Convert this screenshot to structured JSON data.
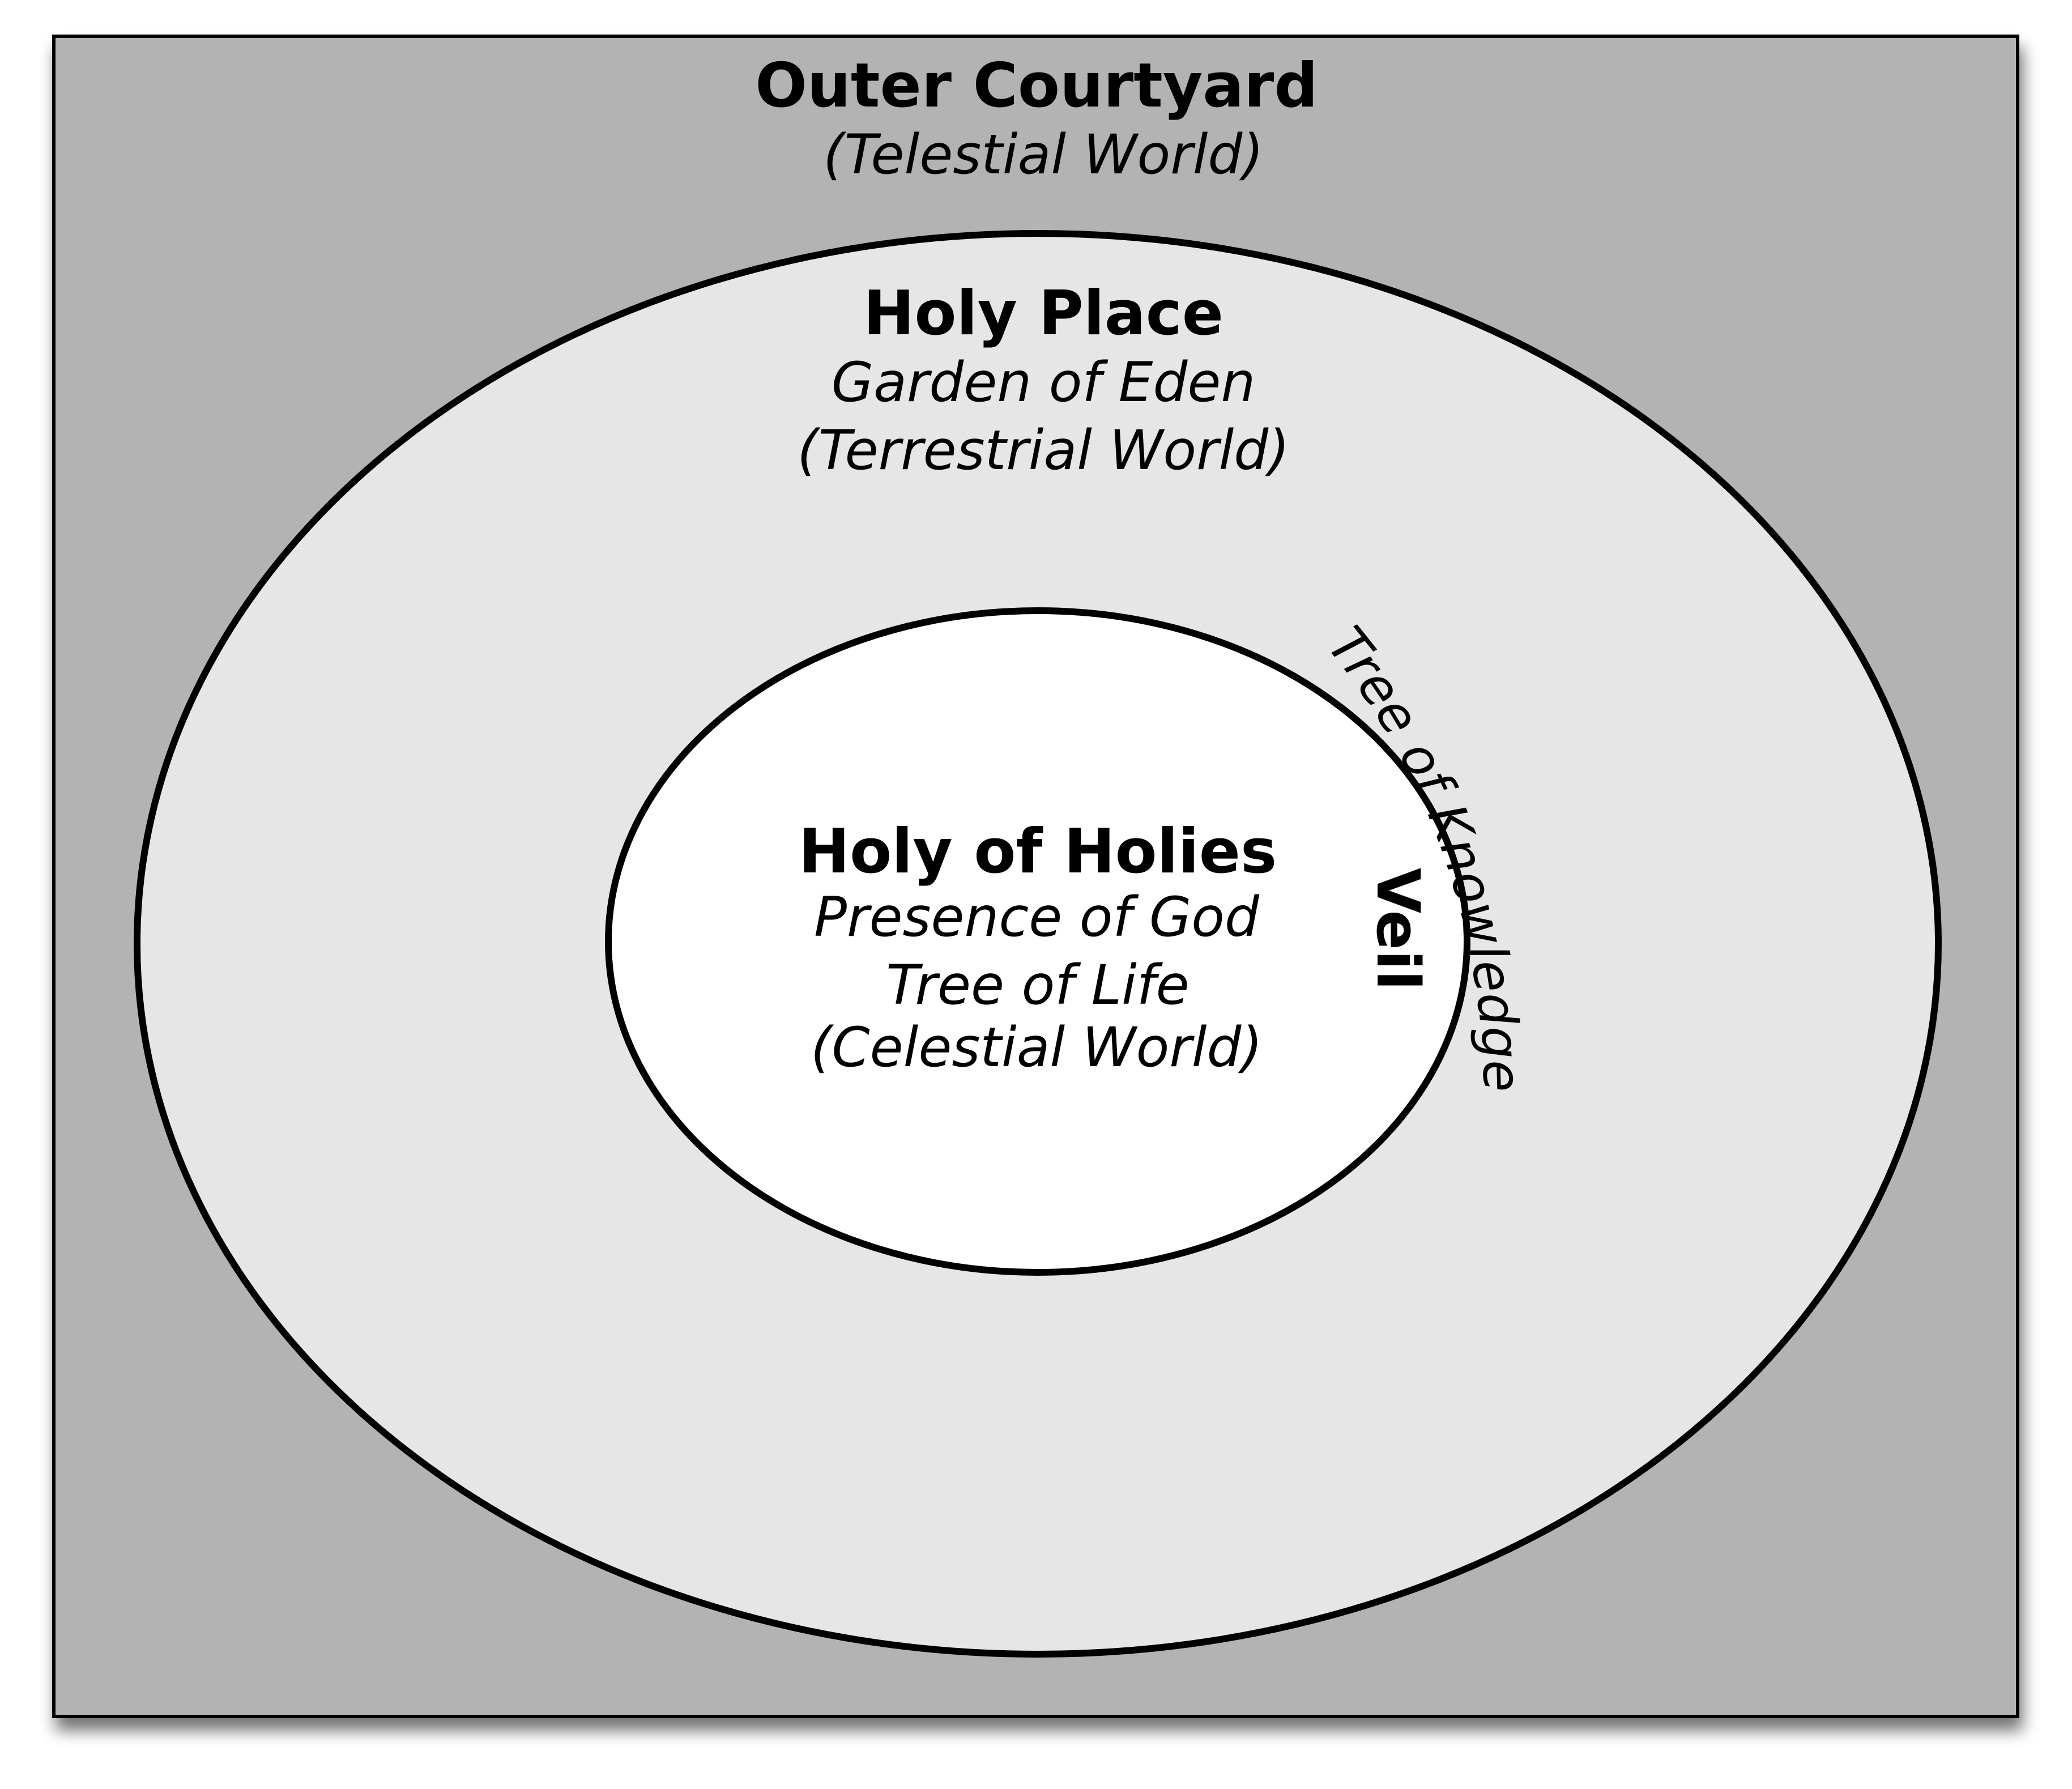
{
  "colors": {
    "outer_courtyard_fill": "#b3b3b3",
    "holy_place_fill": "#e6e6e6",
    "holy_of_holies_fill": "#ffffff",
    "outline": "#000000"
  },
  "outer_courtyard": {
    "title": "Outer Courtyard",
    "subtitle": "(Telestial World)"
  },
  "holy_place": {
    "title": "Holy Place",
    "line1": "Garden of Eden",
    "line2": "(Terrestrial World)"
  },
  "holy_of_holies": {
    "title": "Holy of Holies",
    "line1": "Presence of God",
    "line2": "Tree of Life",
    "line3": "(Celestial World)"
  },
  "veil": {
    "label": "Veil"
  },
  "tree_of_knowledge": {
    "label": "Tree of Knowledge"
  }
}
